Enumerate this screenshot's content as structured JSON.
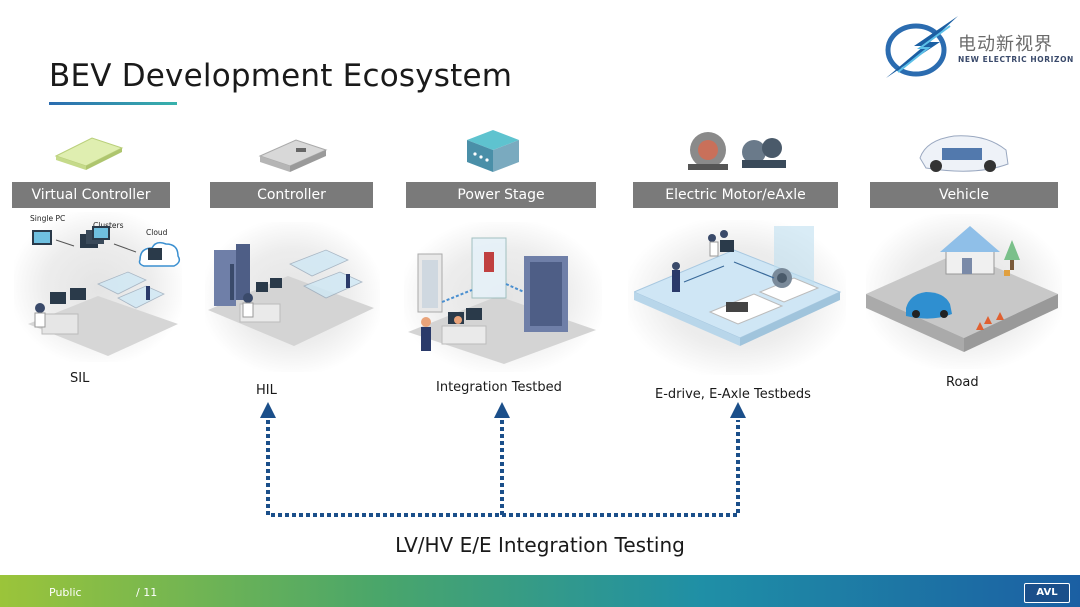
{
  "title": "BEV Development Ecosystem",
  "logo": {
    "cn_text": "电动新视界",
    "en_text": "NEW ELECTRIC HORIZON"
  },
  "columns": [
    {
      "header": "Virtual Controller",
      "caption": "SIL",
      "sub_labels": [
        "Single PC",
        "Clusters",
        "Cloud"
      ]
    },
    {
      "header": "Controller",
      "caption": "HIL"
    },
    {
      "header": "Power Stage",
      "caption": "Integration Testbed"
    },
    {
      "header": "Electric Motor/eAxle",
      "caption": "E-drive, E-Axle Testbeds"
    },
    {
      "header": "Vehicle",
      "caption": "Road"
    }
  ],
  "integration_label": "LV/HV E/E Integration Testing",
  "footer": {
    "classification": "Public",
    "page": "/ 11",
    "brand": "AVL"
  },
  "colors": {
    "header_bar": "#7a7a7a",
    "arrow": "#1b4f8a",
    "accent": "#2b6cb0"
  }
}
